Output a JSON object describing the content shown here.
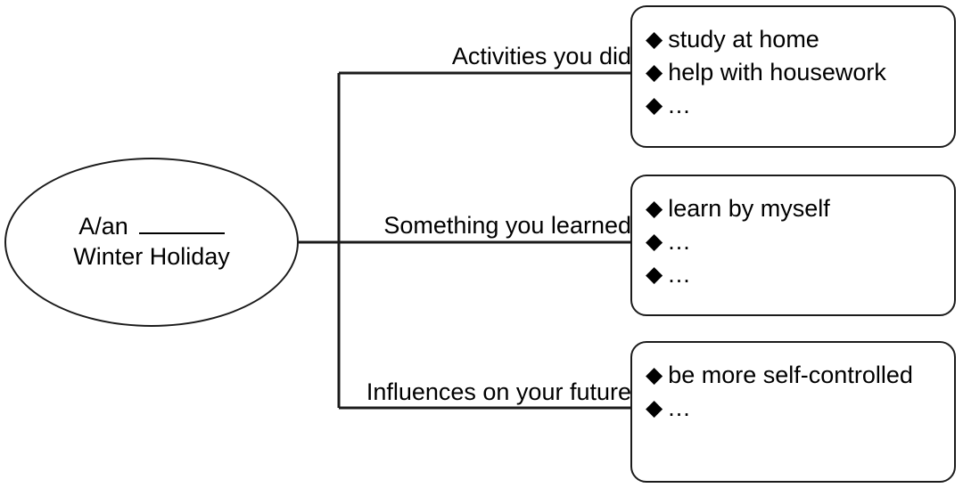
{
  "diagram": {
    "type": "mind-map",
    "root": {
      "line1_prefix": "A/an",
      "line1_blank": "",
      "line2": "Winter Holiday"
    },
    "branches": [
      {
        "label": "Activities you did",
        "items": [
          {
            "bullet": "diamond-bullet-icon",
            "text": "study at home"
          },
          {
            "bullet": "diamond-bullet-icon",
            "text": "help with housework"
          },
          {
            "bullet": "diamond-bullet-icon",
            "text": "..."
          }
        ]
      },
      {
        "label": "Something you learned",
        "items": [
          {
            "bullet": "diamond-bullet-icon",
            "text": "learn by myself"
          },
          {
            "bullet": "diamond-bullet-icon",
            "text": "..."
          },
          {
            "bullet": "diamond-bullet-icon",
            "text": "..."
          }
        ]
      },
      {
        "label": "Influences on your future",
        "items": [
          {
            "bullet": "diamond-bullet-icon",
            "text": "be more self-controlled"
          },
          {
            "bullet": "diamond-bullet-icon",
            "text": "..."
          }
        ]
      }
    ],
    "bullet_glyph": "◆",
    "colors": {
      "stroke": "#1b1b1b",
      "text": "#000000",
      "background": "#ffffff"
    }
  }
}
